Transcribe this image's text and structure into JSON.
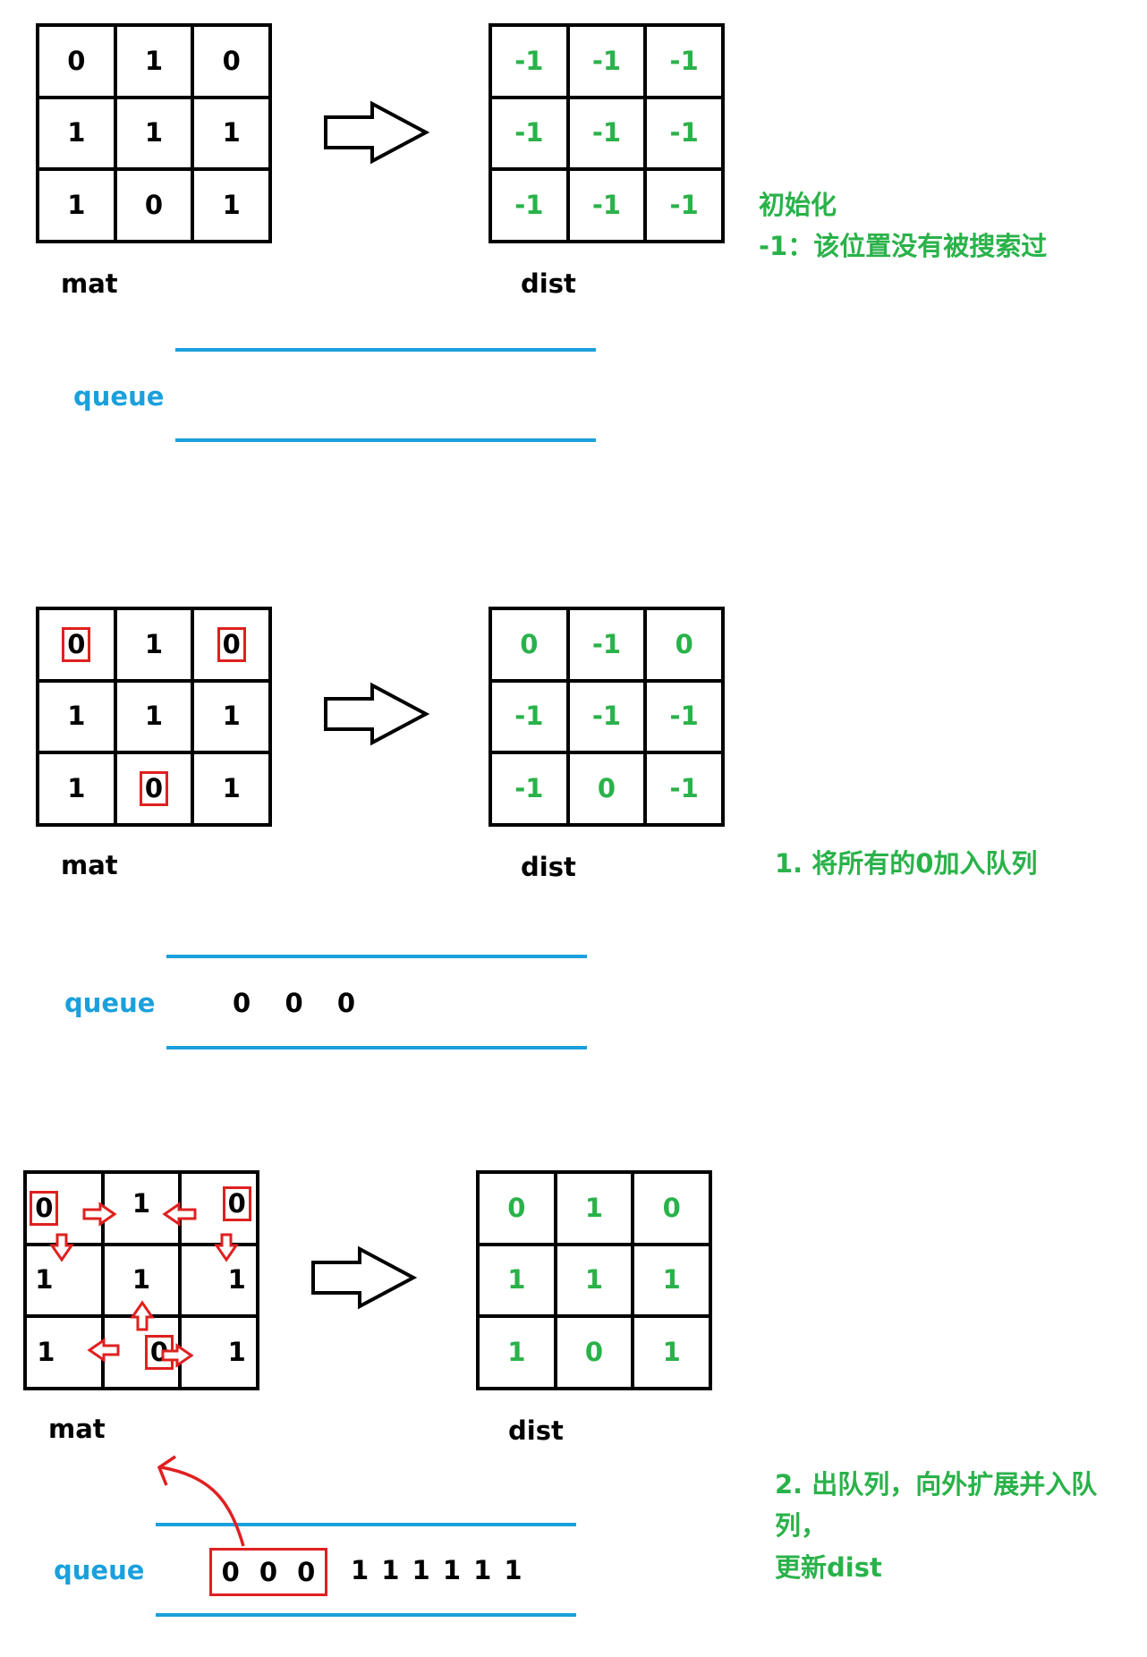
{
  "labels": {
    "mat": "mat",
    "dist": "dist",
    "queue": "queue"
  },
  "panels": [
    {
      "mat": [
        "0",
        "1",
        "0",
        "1",
        "1",
        "1",
        "1",
        "0",
        "1"
      ],
      "dist": [
        "-1",
        "-1",
        "-1",
        "-1",
        "-1",
        "-1",
        "-1",
        "-1",
        "-1"
      ],
      "note_lines": [
        "初始化",
        "-1：该位置没有被搜索过"
      ],
      "queue_text": ""
    },
    {
      "mat": [
        "0",
        "1",
        "0",
        "1",
        "1",
        "1",
        "1",
        "0",
        "1"
      ],
      "dist": [
        "0",
        "-1",
        "0",
        "-1",
        "-1",
        "-1",
        "-1",
        "0",
        "-1"
      ],
      "note_lines": [
        "1. 将所有的0加入队列"
      ],
      "queue_text": "0   0   0"
    },
    {
      "mat": [
        "0",
        "1",
        "0",
        "1",
        "1",
        "1",
        "1",
        "0",
        "1"
      ],
      "dist": [
        "0",
        "1",
        "0",
        "1",
        "1",
        "1",
        "1",
        "0",
        "1"
      ],
      "note_lines": [
        "2. 出队列，向外扩展并入队列，",
        "更新dist"
      ],
      "queue_boxed": "0 0 0",
      "queue_text": "1 1 1 1 1 1"
    }
  ],
  "colors": {
    "green": "#2ab24a",
    "blue": "#1aa0dc",
    "red": "#e02020"
  }
}
